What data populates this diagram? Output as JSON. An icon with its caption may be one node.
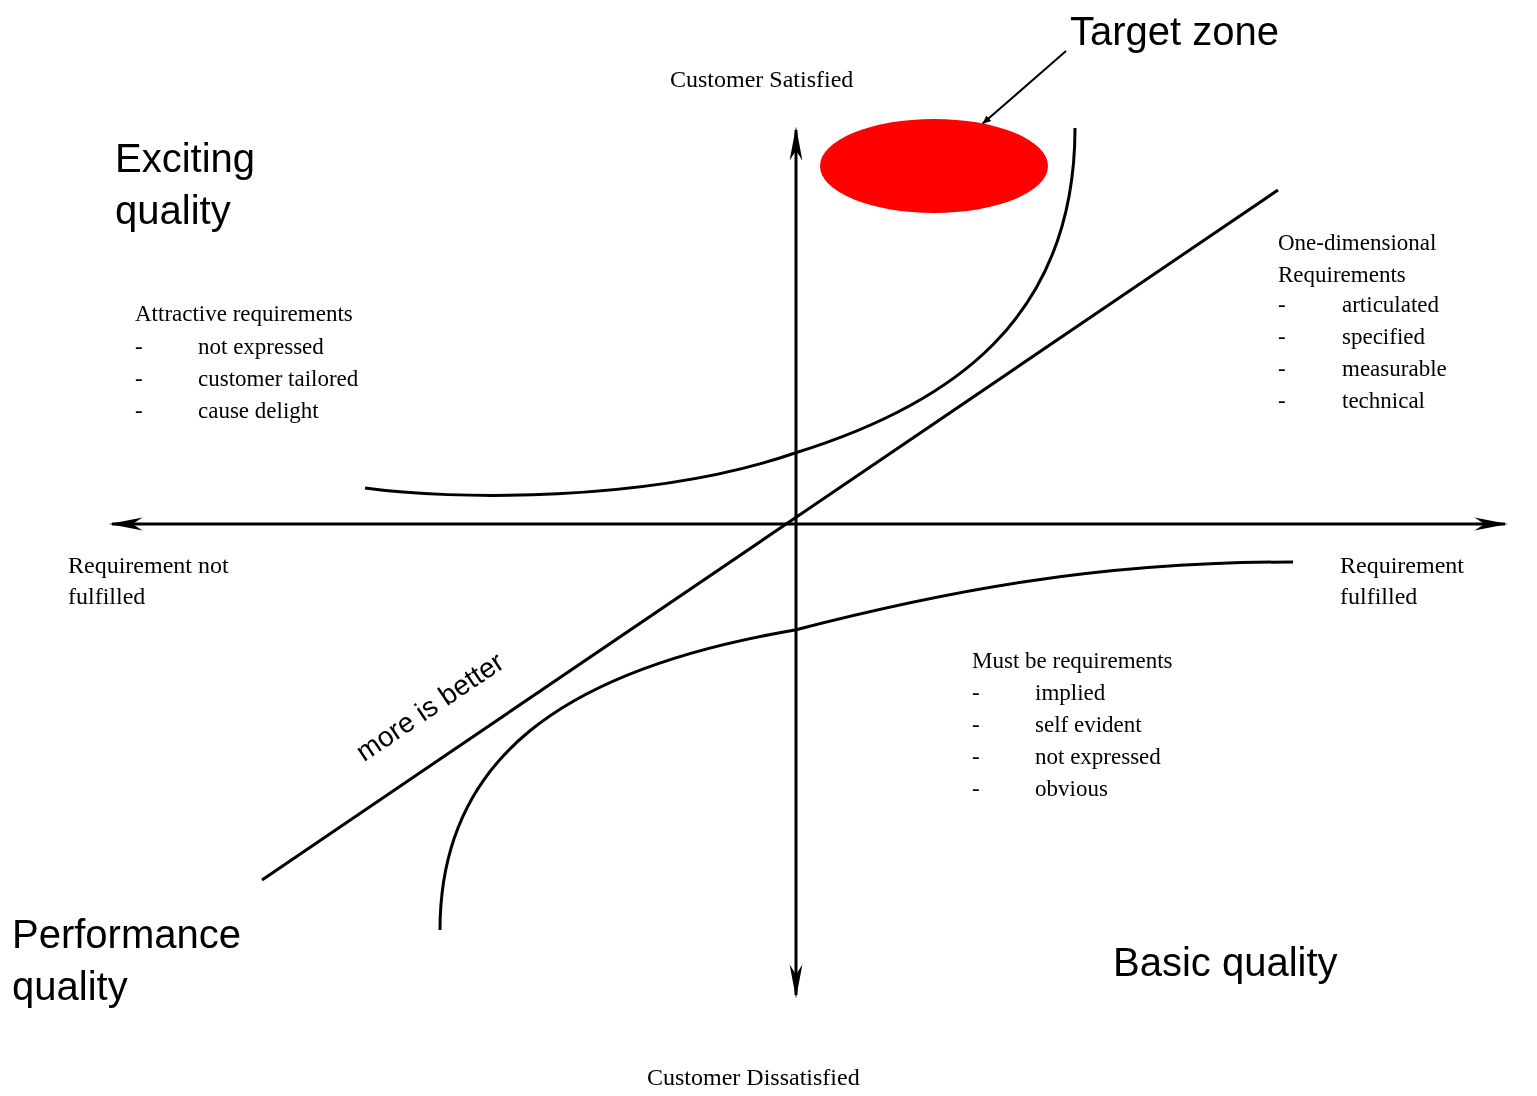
{
  "diagram": {
    "nodes": [
      {
        "text": [
          "Target zone"
        ]
      },
      {
        "text": [],
        "shape": "ellipse"
      }
    ],
    "edges": [
      {
        "from": 0,
        "to": 1,
        "arrow": "to"
      }
    ],
    "labels": [
      "Customer Satisfied",
      "Exciting quality",
      "Attractive requirements",
      "-",
      "not expressed",
      "-",
      "customer tailored",
      "-",
      "cause delight",
      "One-dimensional Requirements",
      "-",
      "articulated",
      "-",
      "specified",
      "-",
      "measurable",
      "-",
      "technical",
      "Requirement not fulfilled",
      "Requirement fulfilled",
      "more is better",
      "Must be requirements",
      "-",
      "implied",
      "-",
      "self evident",
      "-",
      "not expressed",
      "-",
      "obvious",
      "Performance quality",
      "Basic quality",
      "Customer Dissatisfied"
    ]
  }
}
